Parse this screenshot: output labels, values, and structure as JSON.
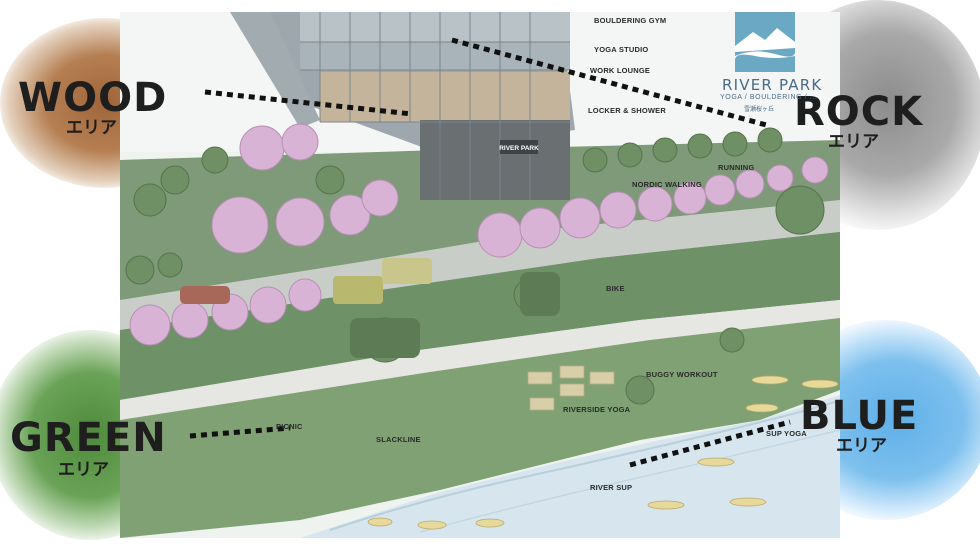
{
  "areas": {
    "wood": {
      "title": "WOOD",
      "sub": "エリア",
      "color": "#a0653a"
    },
    "rock": {
      "title": "ROCK",
      "sub": "エリア",
      "color": "#8c8c8c"
    },
    "green": {
      "title": "GREEN",
      "sub": "エリア",
      "color": "#4f8a3c"
    },
    "blue": {
      "title": "BLUE",
      "sub": "エリア",
      "color": "#5fb0e8"
    }
  },
  "building_labels": {
    "bouldering_gym": "BOULDERING GYM",
    "yoga_studio": "YOGA STUDIO",
    "work_lounge": "WORK LOUNGE",
    "locker_shower": "LOCKER & SHOWER",
    "sign": "RIVER PARK"
  },
  "map_labels": {
    "running": "RUNNING",
    "nordic_walking": "NORDIC WALKING",
    "bike": "BIKE",
    "buggy_workout": "BUGGY WORKOUT",
    "riverside_yoga": "RIVERSIDE YOGA",
    "picnic": "PICNIC",
    "slackline": "SLACKLINE",
    "sup_yoga": "SUP YOGA",
    "river_sup": "RIVER SUP"
  },
  "logo": {
    "name": "RIVER PARK",
    "tagline": "YOGA / BOULDERING / ...",
    "jp": "雪瀬桜ヶ丘"
  },
  "icons": {
    "logo_mark": "mountain-river-logo-icon"
  }
}
